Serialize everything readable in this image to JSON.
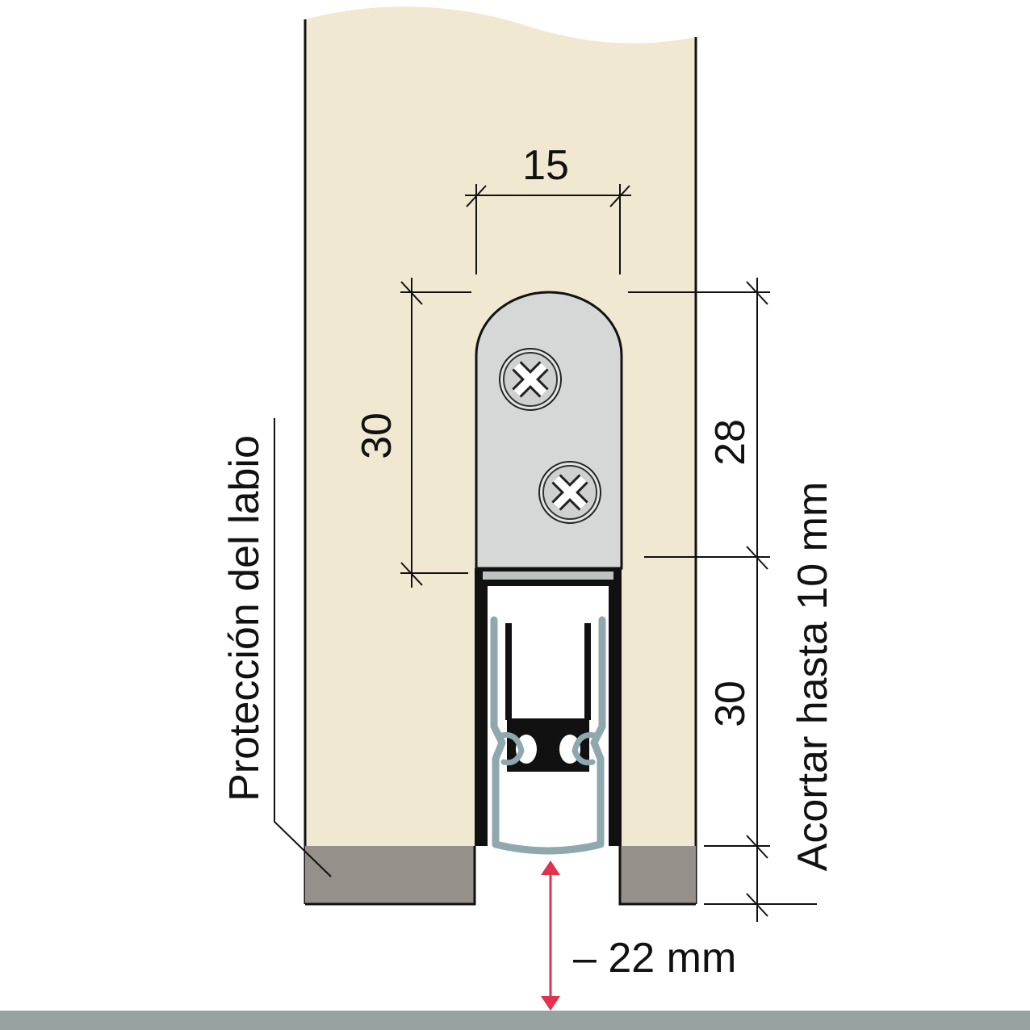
{
  "labels": {
    "width_top": "15",
    "height_left": "30",
    "height_right_upper": "28",
    "height_right_lower": "30",
    "side_left": "Protección del labio",
    "side_right": "Acortar hasta 10 mm",
    "gap": "– 22 mm"
  },
  "colors": {
    "door": "#f1e8d2",
    "door_bottom": "#95918a",
    "plate": "#d6d8d8",
    "seal": "#8fa8ae",
    "profile": "#111111",
    "floor": "#97a3a0",
    "arrow": "#e0314f",
    "ink": "#111111"
  }
}
